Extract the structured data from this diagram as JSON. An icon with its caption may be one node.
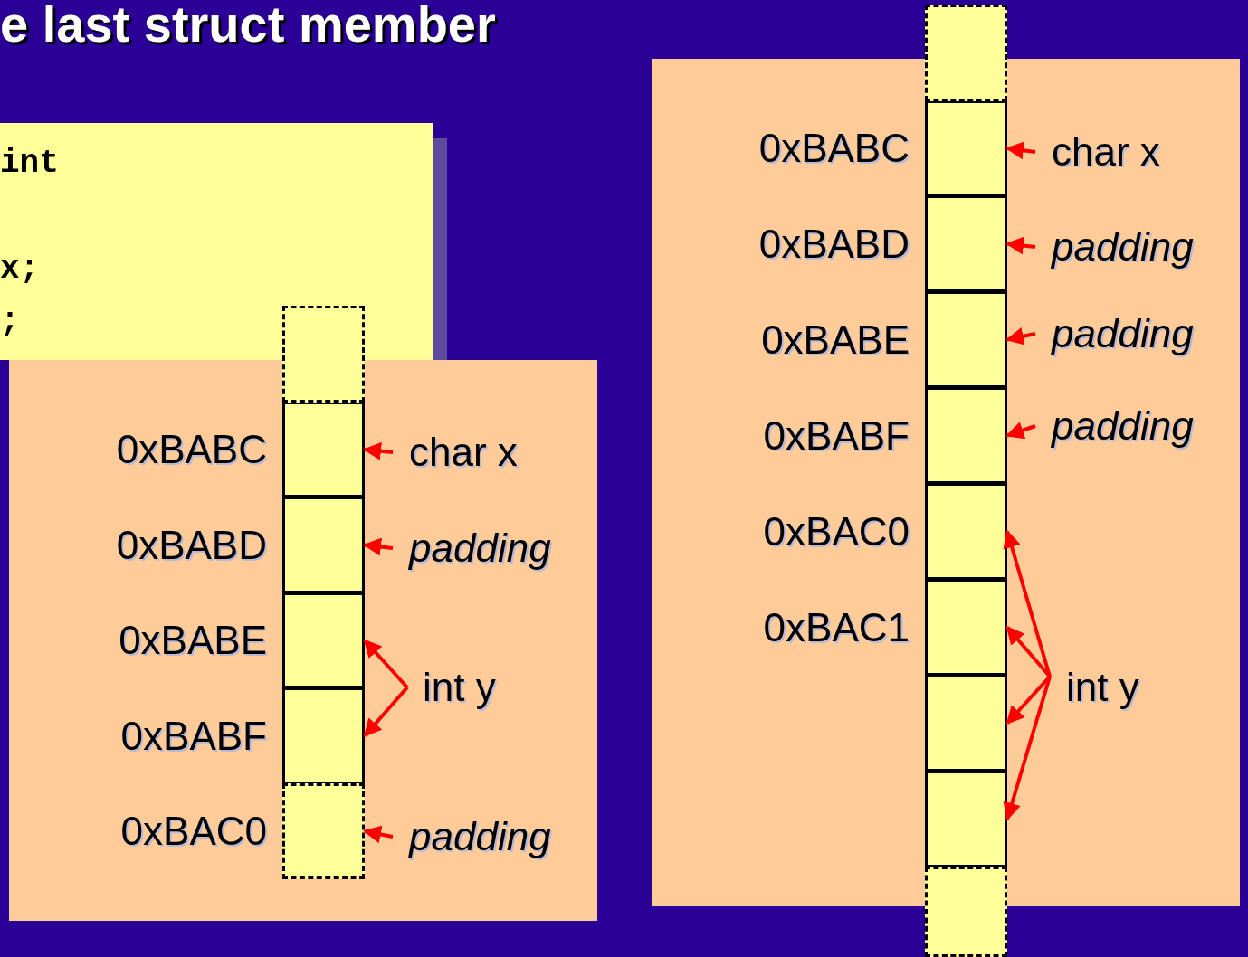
{
  "diagram": {
    "title": "e last struct member",
    "nodes": [
      {
        "text": [
          "int",
          "x;",
          ";"
        ]
      },
      {
        "text": [],
        "shape": "box"
      },
      {
        "text": [],
        "shape": "box"
      },
      {
        "text": [],
        "shape": "box",
        "in": 1,
        "beside": [
          "0xBABC"
        ]
      },
      {
        "text": [],
        "shape": "box",
        "in": 1,
        "beside": [
          "0xBABD"
        ]
      },
      {
        "text": [],
        "shape": "box",
        "in": 1,
        "beside": [
          "0xBABE"
        ]
      },
      {
        "text": [],
        "shape": "box",
        "in": 1,
        "beside": [
          "0xBABF"
        ]
      },
      {
        "text": [],
        "shape": "box",
        "in": 1,
        "beside": [
          "0xBAC0"
        ]
      },
      {
        "text": [
          "char x"
        ],
        "in": 1
      },
      {
        "text": [
          "padding"
        ],
        "in": 1
      },
      {
        "text": [
          "int y"
        ],
        "in": 1
      },
      {
        "text": [
          "padding"
        ],
        "in": 1
      },
      {
        "text": [],
        "shape": "box"
      },
      {
        "text": [],
        "shape": "box"
      },
      {
        "text": [],
        "shape": "box",
        "in": 12,
        "beside": [
          "0xBABC"
        ]
      },
      {
        "text": [],
        "shape": "box",
        "in": 12,
        "beside": [
          "0xBABD"
        ]
      },
      {
        "text": [],
        "shape": "box",
        "in": 12,
        "beside": [
          "0xBABE"
        ]
      },
      {
        "text": [],
        "shape": "box",
        "in": 12,
        "beside": [
          "0xBABF"
        ]
      },
      {
        "text": [],
        "shape": "box",
        "in": 12,
        "beside": [
          "0xBAC0"
        ]
      },
      {
        "text": [],
        "shape": "box",
        "in": 12,
        "beside": [
          "0xBAC1"
        ]
      },
      {
        "text": [],
        "shape": "box",
        "in": 12
      },
      {
        "text": [],
        "shape": "box",
        "in": 12
      },
      {
        "text": [],
        "shape": "box"
      },
      {
        "text": [
          "char x"
        ],
        "in": 12
      },
      {
        "text": [
          "padding"
        ],
        "in": 12
      },
      {
        "text": [
          "padding"
        ],
        "in": 12
      },
      {
        "text": [
          "padding"
        ],
        "in": 12
      },
      {
        "text": [
          "int y"
        ],
        "in": 12
      }
    ],
    "edges": [
      {
        "from": 8,
        "to": 3,
        "arrow": "to"
      },
      {
        "from": 9,
        "to": 4,
        "arrow": "to"
      },
      {
        "from": 10,
        "to": 5,
        "arrow": "to"
      },
      {
        "from": 10,
        "to": 6,
        "arrow": "to"
      },
      {
        "from": 11,
        "to": 7,
        "arrow": "to"
      },
      {
        "from": 23,
        "to": 14,
        "arrow": "to"
      },
      {
        "from": 24,
        "to": 15,
        "arrow": "to"
      },
      {
        "from": 25,
        "to": 16,
        "arrow": "to"
      },
      {
        "from": 26,
        "to": 17,
        "arrow": "to"
      },
      {
        "from": 27,
        "to": 18,
        "arrow": "to"
      },
      {
        "from": 27,
        "to": 19,
        "arrow": "to"
      },
      {
        "from": 27,
        "to": 20,
        "arrow": "to"
      },
      {
        "from": 27,
        "to": 21,
        "arrow": "to"
      }
    ]
  }
}
